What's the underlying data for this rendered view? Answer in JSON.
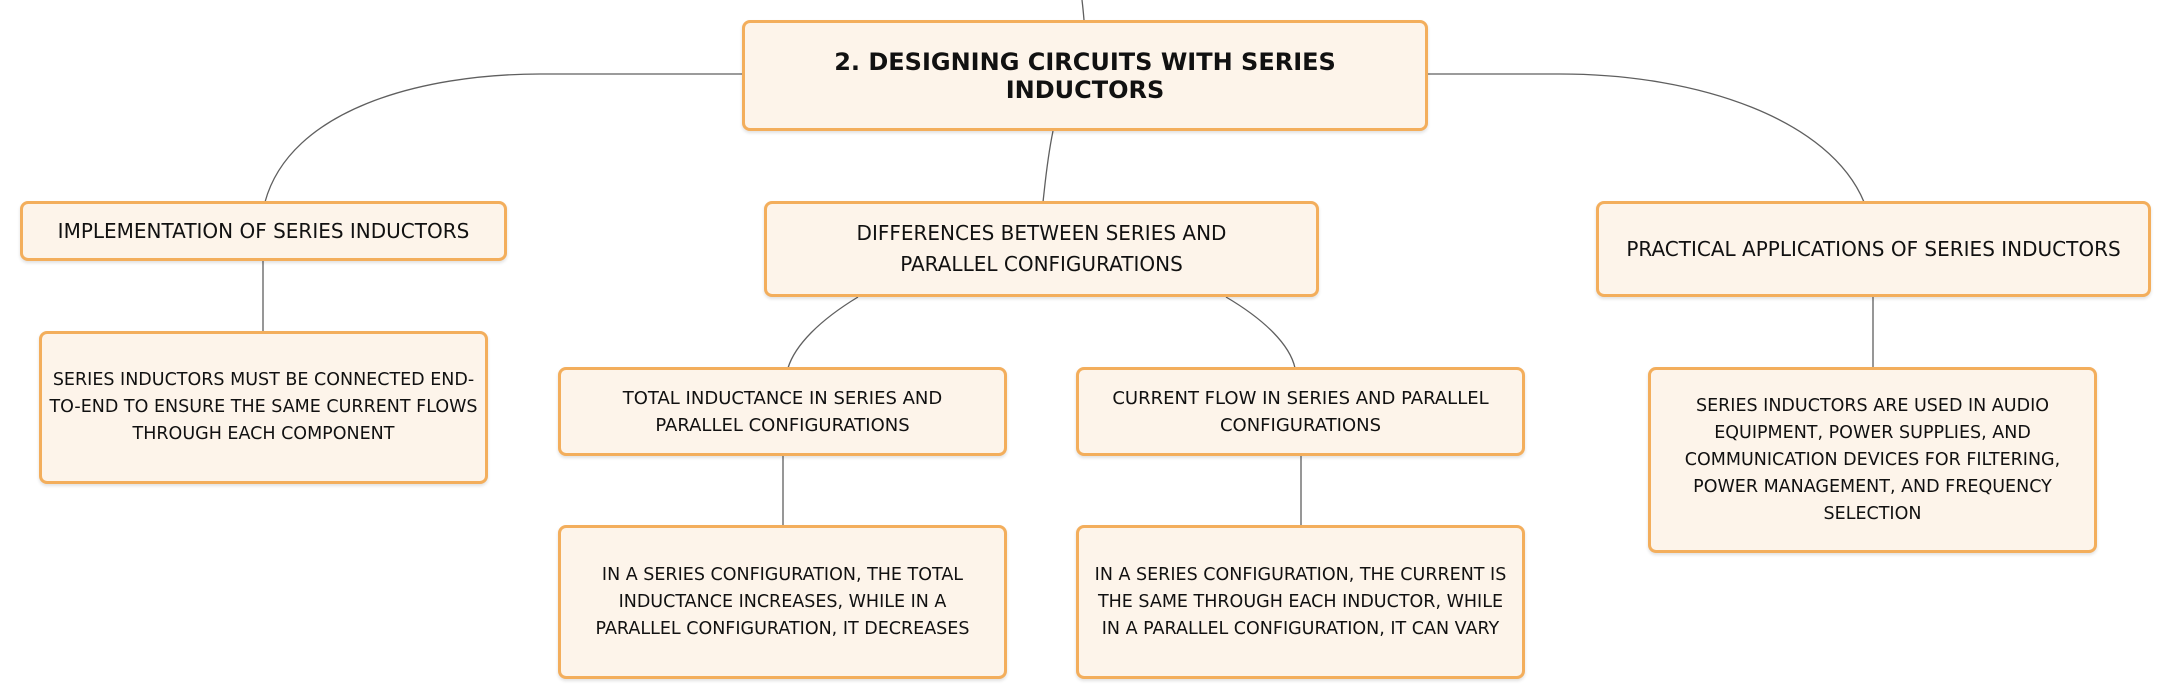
{
  "root": {
    "title": "2. DESIGNING CIRCUITS WITH SERIES INDUCTORS"
  },
  "branches": {
    "implementation": {
      "title": "IMPLEMENTATION OF SERIES INDUCTORS",
      "detail": "SERIES INDUCTORS MUST BE CONNECTED END-TO-END TO ENSURE THE SAME CURRENT FLOWS THROUGH EACH COMPONENT"
    },
    "differences": {
      "title": "DIFFERENCES BETWEEN SERIES AND PARALLEL CONFIGURATIONS",
      "total_inductance": {
        "title": "TOTAL INDUCTANCE IN SERIES AND PARALLEL CONFIGURATIONS",
        "detail": "IN A SERIES CONFIGURATION, THE TOTAL INDUCTANCE INCREASES, WHILE IN A PARALLEL CONFIGURATION, IT DECREASES"
      },
      "current_flow": {
        "title": "CURRENT FLOW IN SERIES AND PARALLEL CONFIGURATIONS",
        "detail": "IN A SERIES CONFIGURATION, THE CURRENT IS THE SAME THROUGH EACH INDUCTOR, WHILE IN A PARALLEL CONFIGURATION, IT CAN VARY"
      }
    },
    "applications": {
      "title": "PRACTICAL APPLICATIONS OF SERIES INDUCTORS",
      "detail": "SERIES INDUCTORS ARE USED IN AUDIO EQUIPMENT, POWER SUPPLIES, AND COMMUNICATION DEVICES FOR FILTERING, POWER MANAGEMENT, AND FREQUENCY SELECTION"
    }
  },
  "colors": {
    "node_fill": "#fdf4ea",
    "node_border": "#f3ae5c",
    "connector": "#5f5f5f"
  }
}
